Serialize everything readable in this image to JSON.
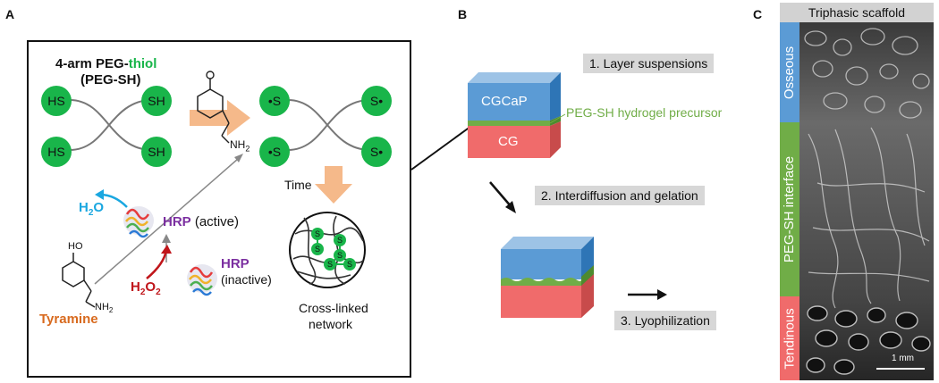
{
  "panels": {
    "a": "A",
    "b": "B",
    "c": "C"
  },
  "panelA": {
    "title_prefix": "4-arm PEG-",
    "title_suffix": "thiol",
    "subtitle": "(PEG-SH)",
    "thiol_labels": [
      "HS",
      "SH",
      "HS",
      "SH"
    ],
    "radical_labels": [
      "•S",
      "S•",
      "•S",
      "S•"
    ],
    "nh2": "NH",
    "nh2_sub": "2",
    "time": "Time",
    "water": "H",
    "water_sub": "2",
    "water_o": "O",
    "peroxide_h": "H",
    "peroxide_sub1": "2",
    "peroxide_o": "O",
    "peroxide_sub2": "2",
    "hrp": "HRP",
    "active": " (active)",
    "inactive": "(inactive)",
    "tyramine": "Tyramine",
    "ho": "HO",
    "network_l1": "Cross-linked",
    "network_l2": "network",
    "network_s": "S",
    "colors": {
      "thiol_green": "#19b54a",
      "tyramine_orange": "#d86a1e",
      "hrp_purple": "#7b2fa0",
      "water_blue": "#1aa7e0",
      "peroxide_red": "#c0151a",
      "arrow_peach": "#f5b98a"
    }
  },
  "panelB": {
    "step1": "1. Layer suspensions",
    "step2": "2. Interdiffusion and gelation",
    "step3": "3. Lyophilization",
    "cgcap": "CGCaP",
    "cg": "CG",
    "hydrogel": "PEG-SH hydrogel precursor",
    "colors": {
      "cgcap": "#5b9bd5",
      "cg": "#f06b6b",
      "hydrogel": "#70ad47"
    }
  },
  "panelC": {
    "title": "Triphasic scaffold",
    "osseous": "Osseous",
    "interface": "PEG-SH interface",
    "tendinous": "Tendinous",
    "scale": "1 mm",
    "colors": {
      "osseous": "#5b9bd5",
      "interface": "#70ad47",
      "tendinous": "#f06b6b"
    }
  }
}
